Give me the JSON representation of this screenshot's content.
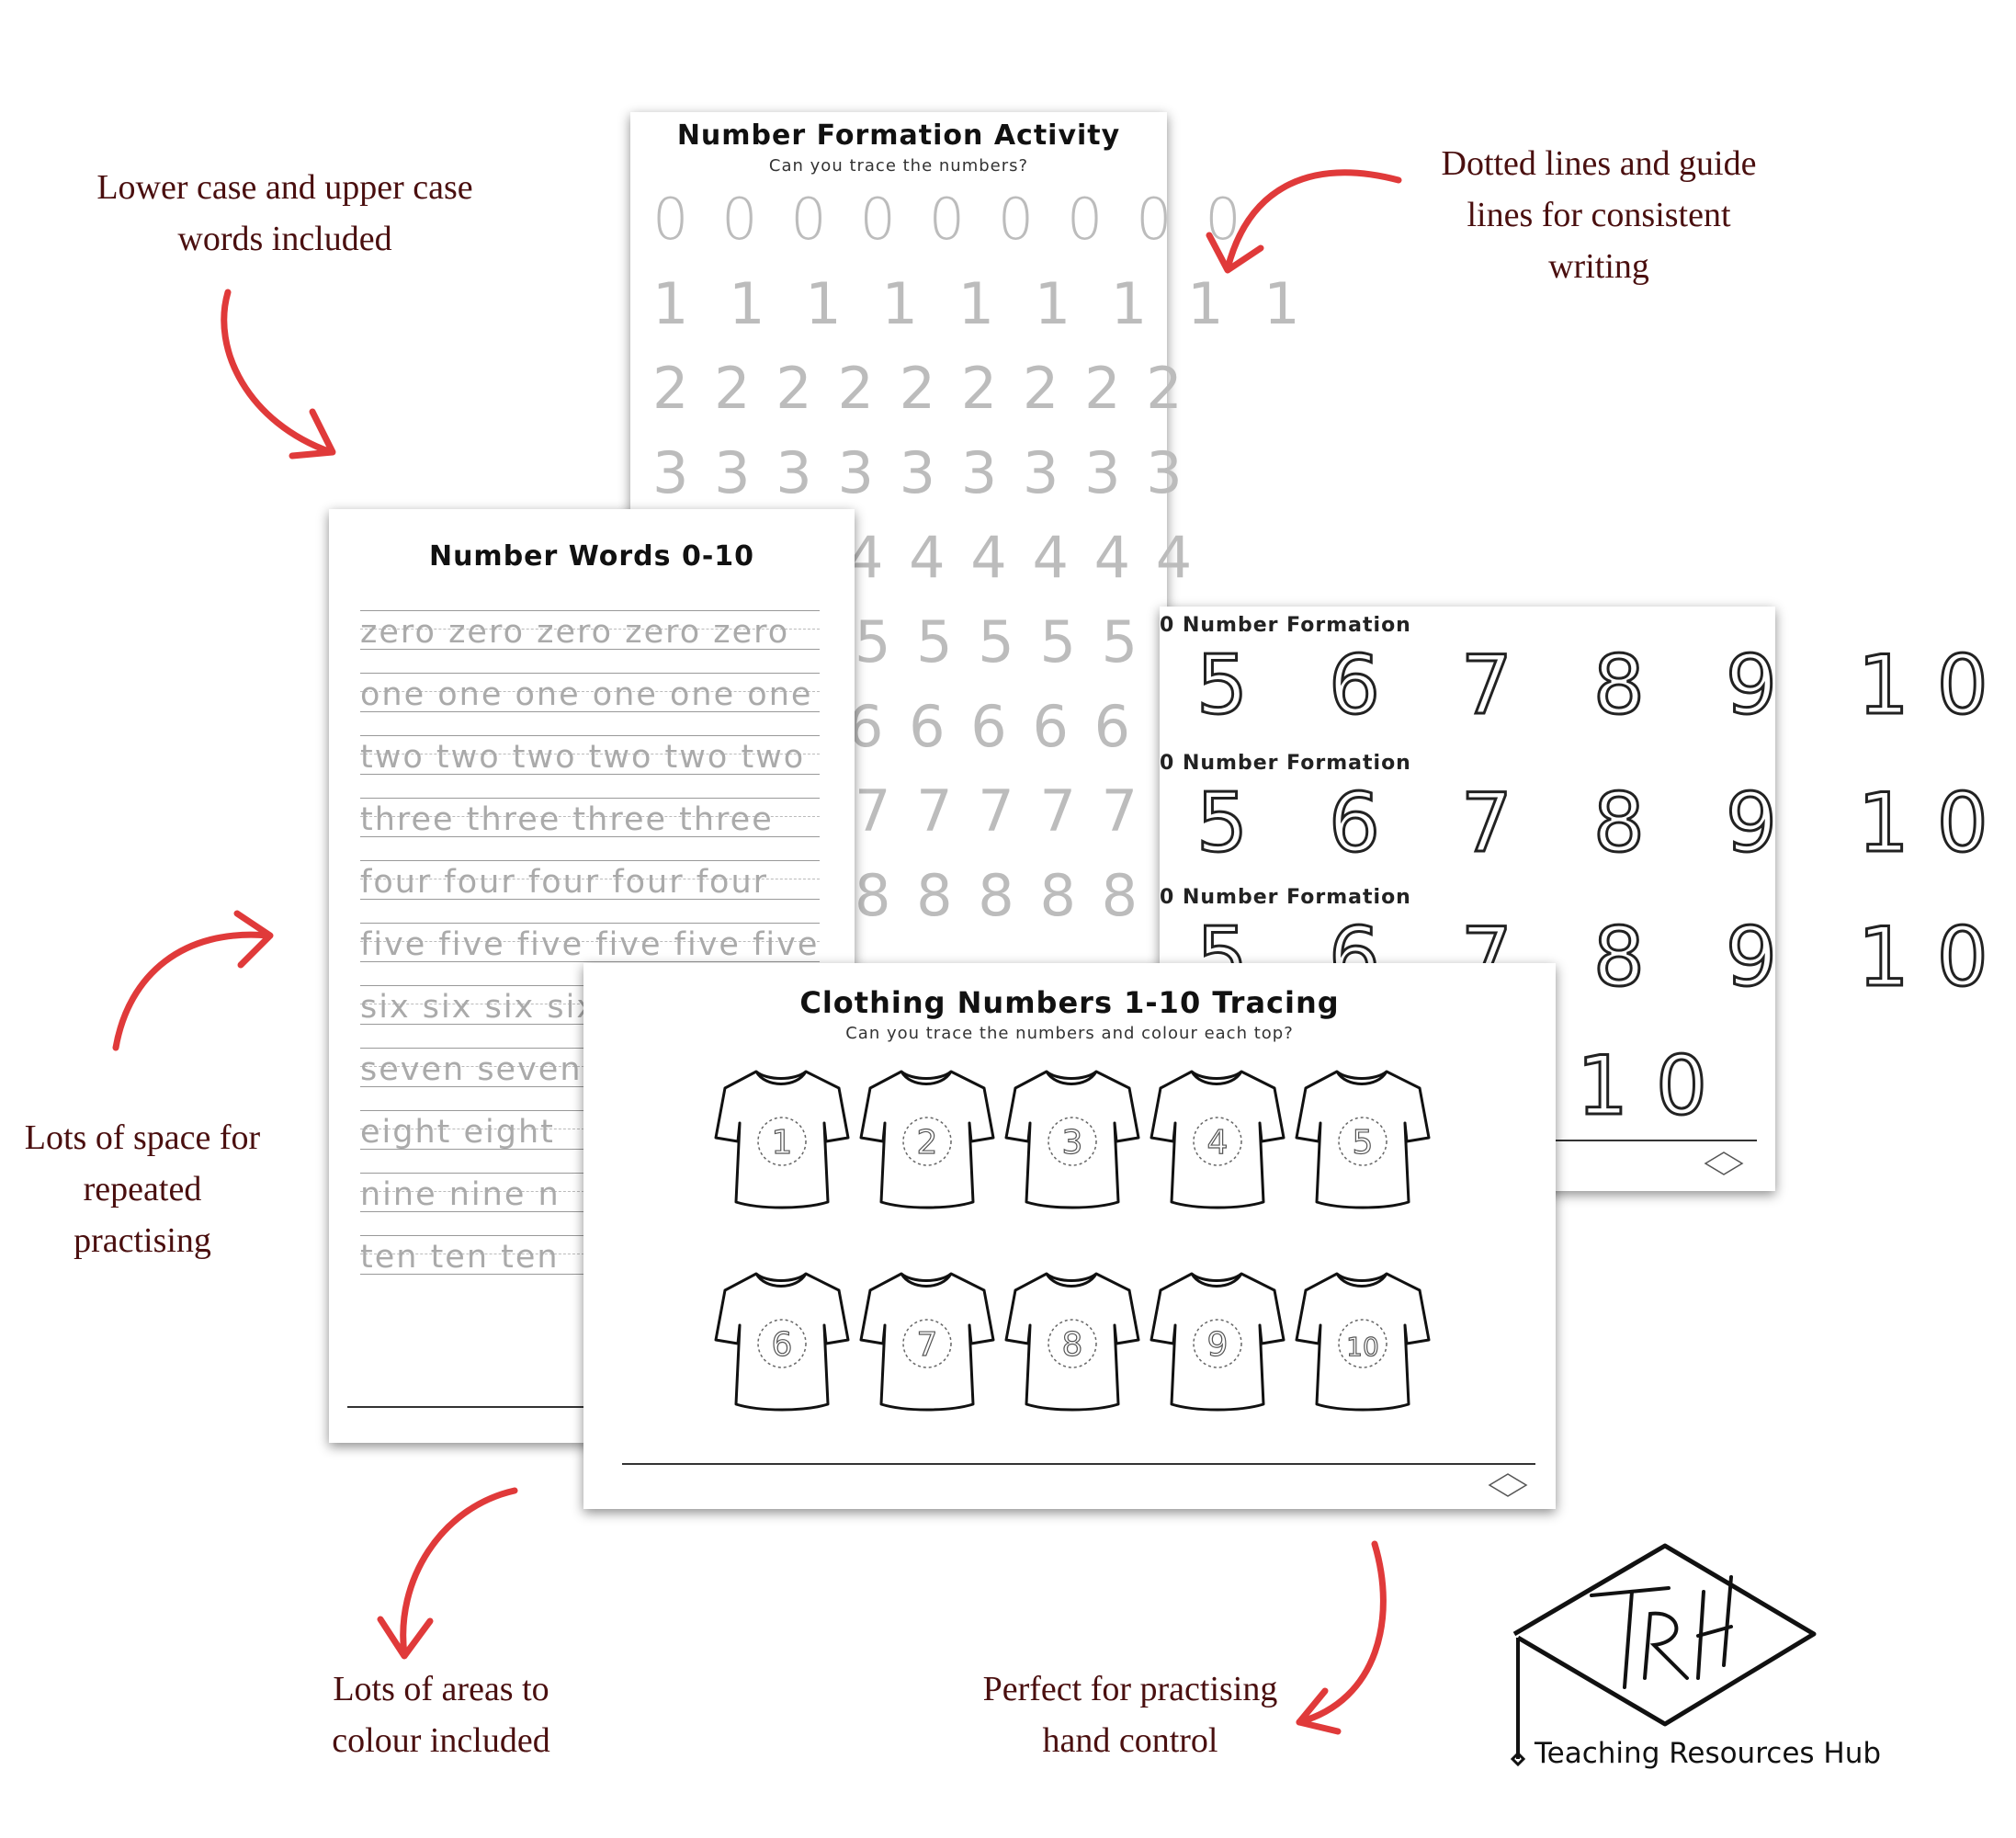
{
  "callouts": {
    "top_left": [
      "Lower case and upper case",
      "words included"
    ],
    "top_right": [
      "Dotted lines and guide",
      "lines for consistent",
      "writing"
    ],
    "mid_left": [
      "Lots of space for",
      "repeated",
      "practising"
    ],
    "bottom_left": [
      "Lots of areas to",
      "colour included"
    ],
    "bottom_right": [
      "Perfect for practising",
      "hand control"
    ]
  },
  "formation_sheet": {
    "title": "Number Formation Activity",
    "subtitle": "Can you trace the numbers?",
    "rows": [
      "0 0 0 0 0 0 0 0 0",
      "1 1 1 1 1 1 1 1 1",
      "2 2 2 2 2 2 2 2 2",
      "3 3 3 3 3 3 3 3 3",
      "4 4 4 4 4 4",
      "5 5 5 5 5 5",
      "6 6 6 6 6 6",
      "7 7 7 7 7 7",
      "8 8 8 8 8 8"
    ]
  },
  "words_sheet": {
    "title": "Number Words 0-10",
    "rows": [
      "zero zero zero  zero  zero",
      "one one one one one  one",
      "two two two two two  two",
      "three  three  three  three",
      "four  four  four  four  four",
      "five five five five five five",
      "six six six six",
      "seven  seven",
      "eight  eight",
      "nine  nine  n",
      "ten  ten  ten"
    ]
  },
  "formation_landscape": {
    "label": "0 Number Formation",
    "digits": "5 6 7 8 9 10",
    "last_digit": "10"
  },
  "clothing_sheet": {
    "title": "Clothing Numbers 1-10 Tracing",
    "subtitle": "Can you trace the numbers and colour each top?",
    "numbers": [
      "1",
      "2",
      "3",
      "4",
      "5",
      "6",
      "7",
      "8",
      "9",
      "10"
    ]
  },
  "brand": {
    "monogram": "TRH",
    "name": "Teaching Resources Hub"
  },
  "colors": {
    "arrow": "#e03a3a",
    "callout_text": "#4a0f0f"
  }
}
